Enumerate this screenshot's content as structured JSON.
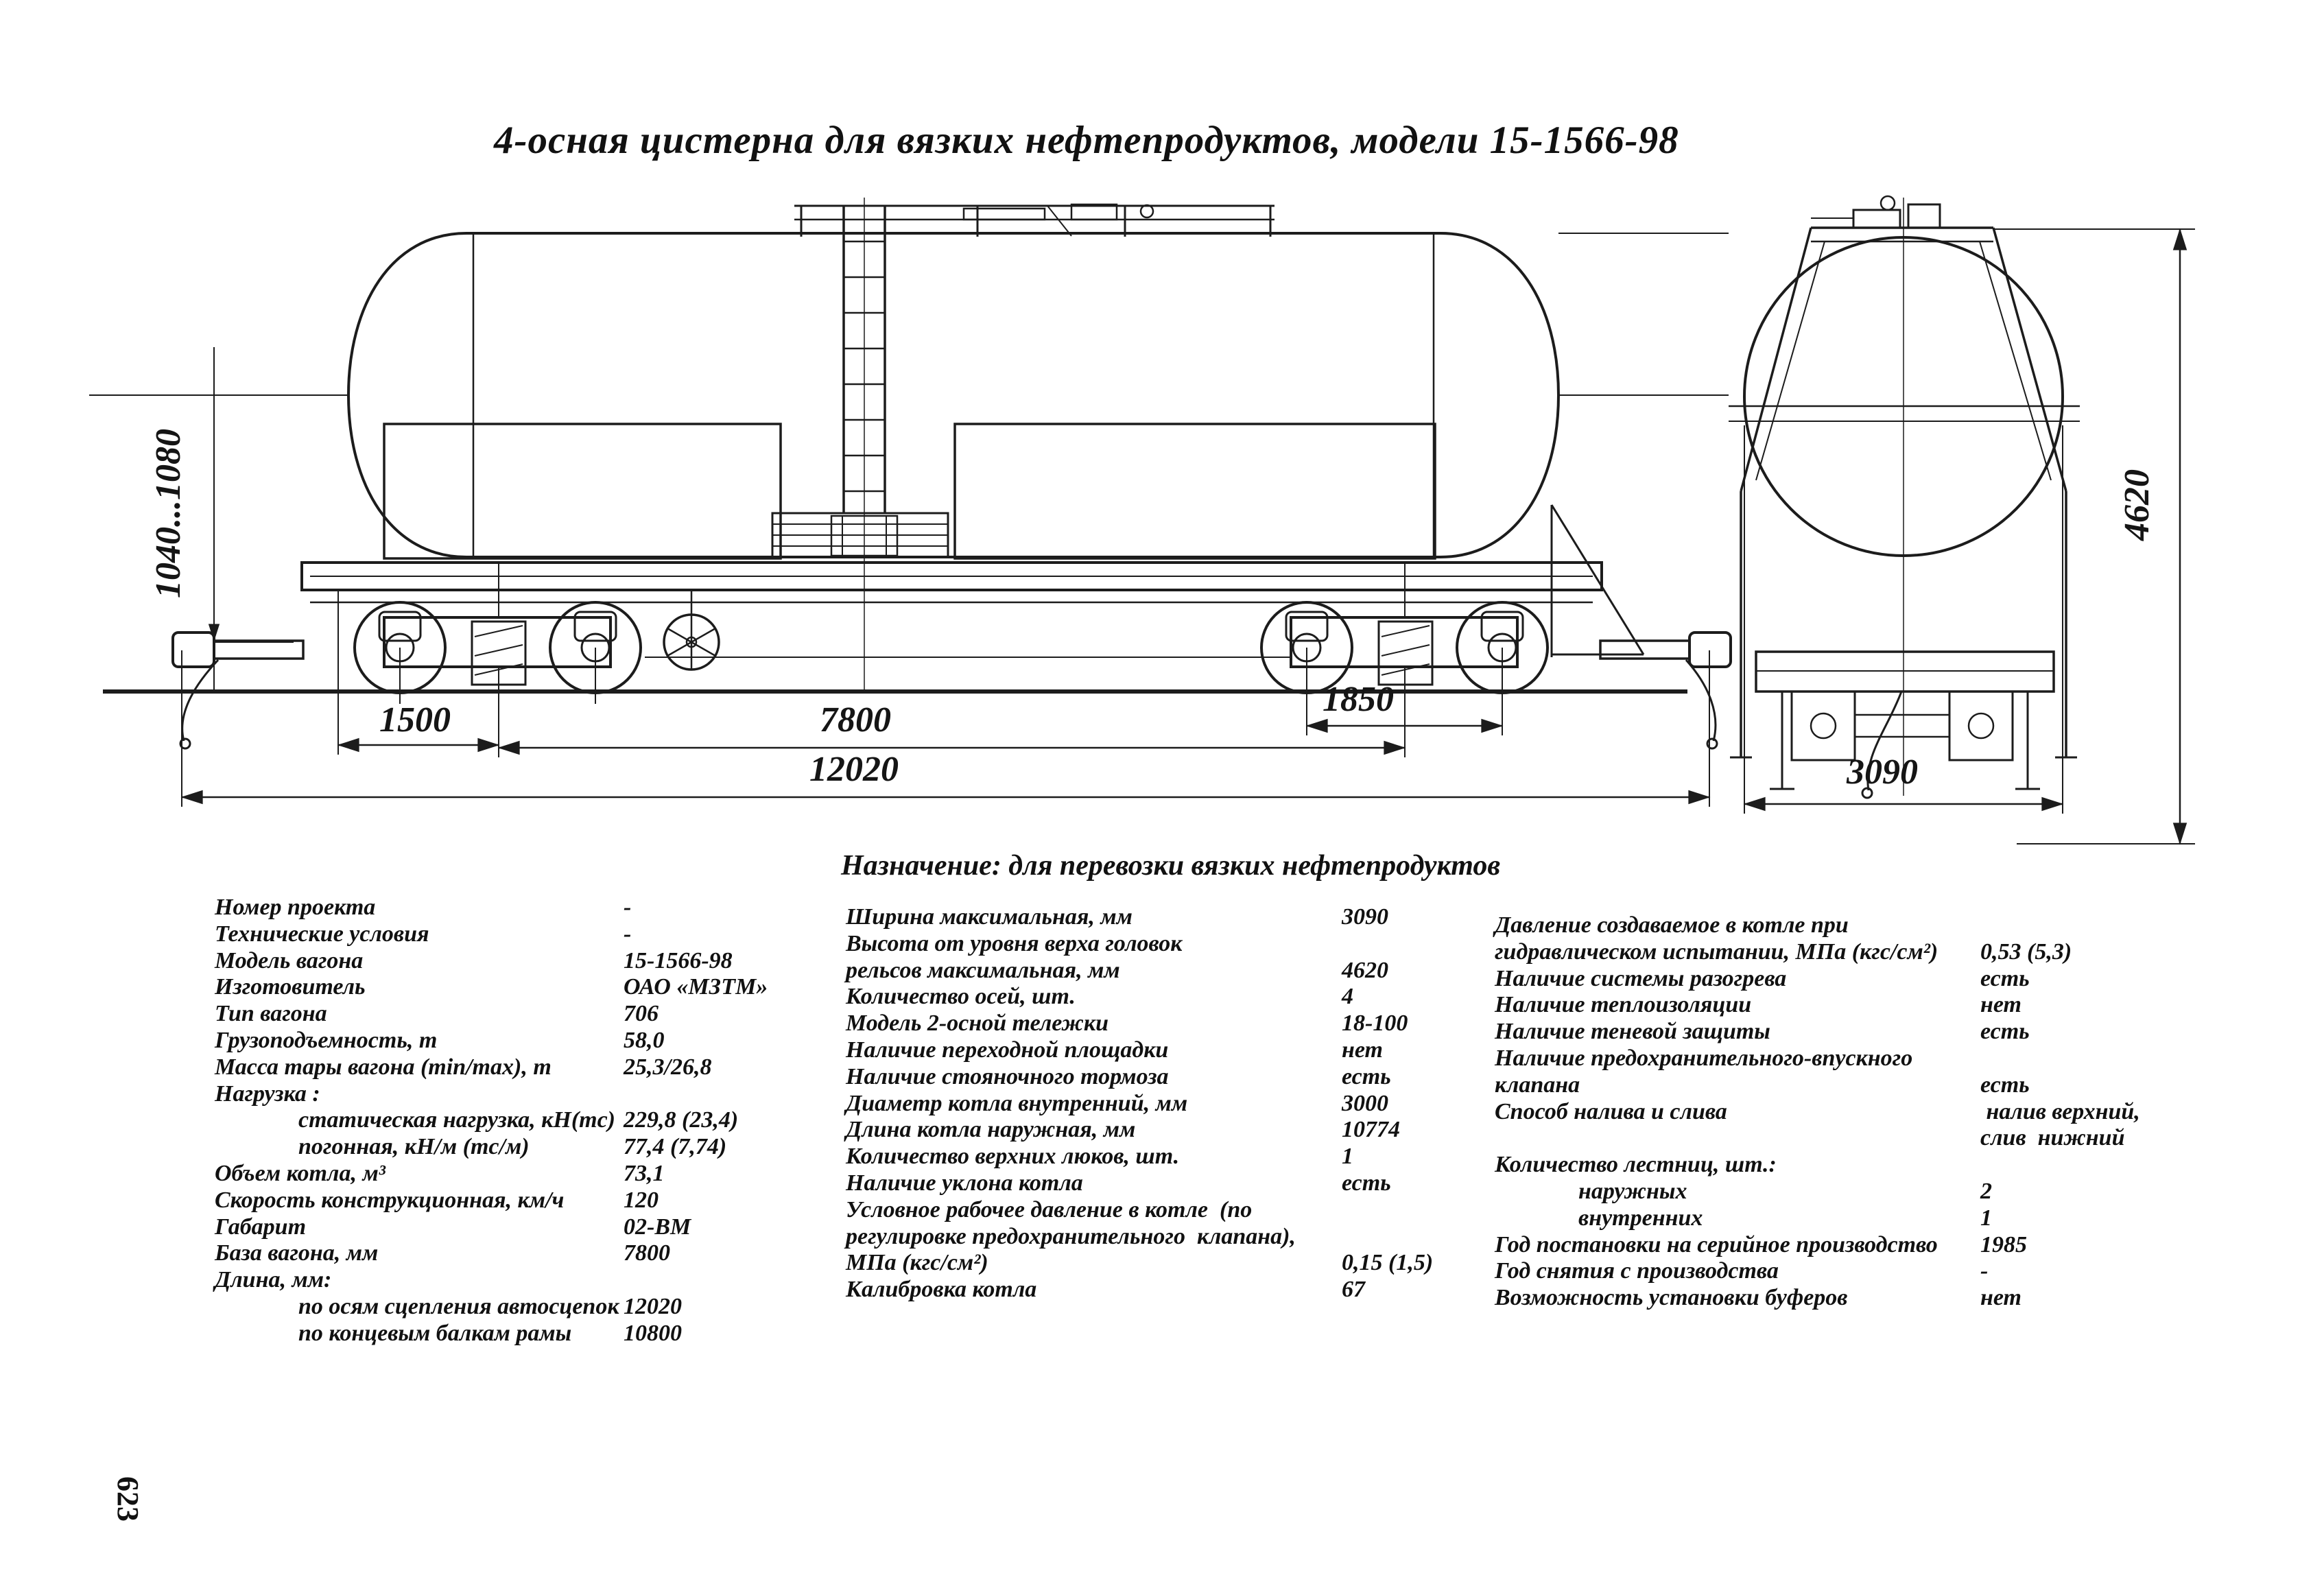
{
  "page": {
    "title": "4-осная цистерна для вязких нефтепродуктов, модели 15-1566-98",
    "purpose": "Назначение: для перевозки вязких нефтепродуктов",
    "page_number": "623"
  },
  "drawing": {
    "side_view": {
      "dim_coupler_height_range": "1040...1080",
      "dim_left_bogie": "1500",
      "dim_bogie_centers": "7800",
      "dim_right_bogie_wheelbase": "1850",
      "dim_length_over_couplers": "12020"
    },
    "end_view": {
      "dim_height_above_rail": "4620",
      "dim_max_width": "3090"
    }
  },
  "specs": {
    "col1": [
      {
        "label": "Номер проекта",
        "value": "-"
      },
      {
        "label": "Технические условия",
        "value": "-"
      },
      {
        "label": "Модель вагона",
        "value": "15-1566-98"
      },
      {
        "label": "Изготовитель",
        "value": "ОАО «МЗТМ»"
      },
      {
        "label": "Тип вагона",
        "value": "706"
      },
      {
        "label": "Грузоподъемность, т",
        "value": "58,0"
      },
      {
        "label": "Масса тары вагона (min/max), т",
        "value": "25,3/26,8"
      },
      {
        "label": "Нагрузка :",
        "value": ""
      },
      {
        "label": "статическая нагрузка, кН(тс)",
        "value": "229,8 (23,4)",
        "indent": true
      },
      {
        "label": "погонная, кН/м (тс/м)",
        "value": "77,4 (7,74)",
        "indent": true
      },
      {
        "label": "Объем котла, м³",
        "value": "73,1"
      },
      {
        "label": "Скорость конструкционная, км/ч",
        "value": "120"
      },
      {
        "label": "Габарит",
        "value": "02-ВМ"
      },
      {
        "label": "База вагона, мм",
        "value": "7800"
      },
      {
        "label": "Длина, мм:",
        "value": ""
      },
      {
        "label": "по осям сцепления автосцепок",
        "value": "12020",
        "indent": true
      },
      {
        "label": "по концевым балкам рамы",
        "value": "10800",
        "indent": true
      }
    ],
    "col2": [
      {
        "label": "Ширина максимальная, мм",
        "value": "3090"
      },
      {
        "label": "Высота от уровня верха головок",
        "value": ""
      },
      {
        "label": "рельсов максимальная, мм",
        "value": "4620"
      },
      {
        "label": "Количество осей, шт.",
        "value": "4"
      },
      {
        "label": "Модель 2-осной тележки",
        "value": "18-100"
      },
      {
        "label": "Наличие переходной площадки",
        "value": "нет"
      },
      {
        "label": "Наличие стояночного тормоза",
        "value": "есть"
      },
      {
        "label": "Диаметр котла внутренний, мм",
        "value": "3000"
      },
      {
        "label": "Длина котла наружная, мм",
        "value": "10774"
      },
      {
        "label": "Количество верхних люков, шт.",
        "value": "1"
      },
      {
        "label": "Наличие уклона котла",
        "value": "есть"
      },
      {
        "label": "Условное рабочее давление в котле  (по",
        "value": ""
      },
      {
        "label": "регулировке предохранительного  клапана),",
        "value": ""
      },
      {
        "label": "МПа (кгс/см²)",
        "value": "0,15 (1,5)"
      },
      {
        "label": "Калибровка котла",
        "value": "67"
      }
    ],
    "col3": [
      {
        "label": "Давление создаваемое в котле при",
        "value": ""
      },
      {
        "label": "гидравлическом испытании, МПа (кгс/см²)",
        "value": "0,53 (5,3)"
      },
      {
        "label": "Наличие системы разогрева",
        "value": "есть"
      },
      {
        "label": "Наличие теплоизоляции",
        "value": "нет"
      },
      {
        "label": "Наличие теневой защиты",
        "value": "есть"
      },
      {
        "label": "Наличие предохранительного-впускного",
        "value": ""
      },
      {
        "label": "клапана",
        "value": "есть"
      },
      {
        "label": "Способ налива и слива",
        "value": " налив верхний,"
      },
      {
        "label": "",
        "value": "слив  нижний"
      },
      {
        "label": "Количество лестниц, шт.:",
        "value": ""
      },
      {
        "label": "наружных",
        "value": "2",
        "indent": true
      },
      {
        "label": "внутренних",
        "value": "1",
        "indent": true
      },
      {
        "label": "Год постановки на серийное производство",
        "value": "1985"
      },
      {
        "label": "Год снятия с производства",
        "value": "-"
      },
      {
        "label": "Возможность установки буферов",
        "value": "нет"
      }
    ]
  }
}
